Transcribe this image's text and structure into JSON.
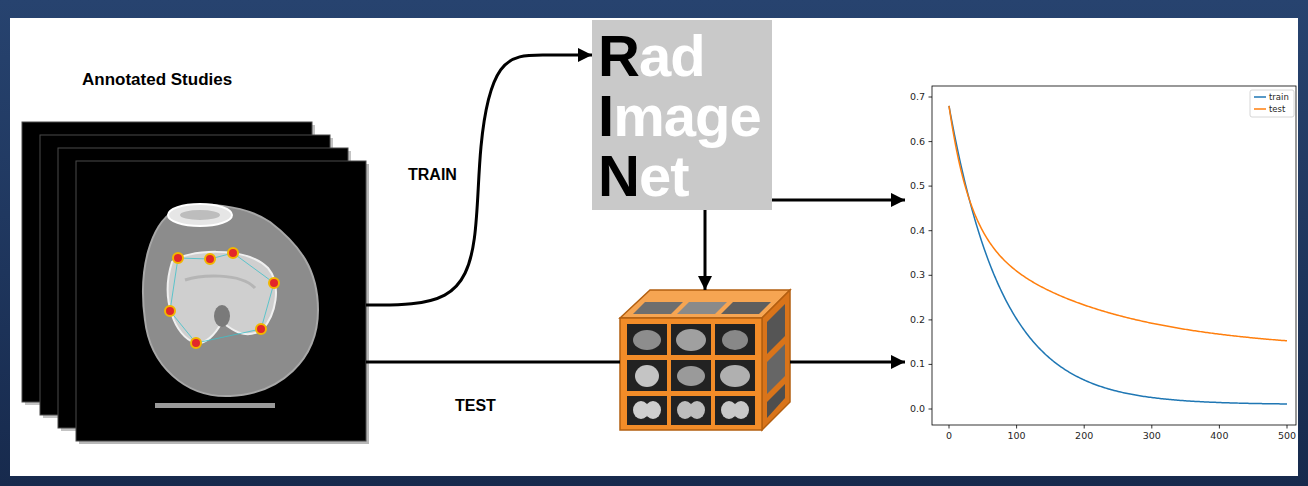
{
  "diagram": {
    "nodes": [
      {
        "text": [
          "Annotated Studies"
        ]
      },
      {
        "text": [
          "Rad",
          "Image",
          "Net"
        ]
      },
      {
        "text": []
      },
      {
        "text": [
          "0.7",
          "0.6",
          "0.5",
          "0.4",
          "0.3",
          "0.2",
          "0.1",
          "0.0",
          "0",
          "100",
          "200",
          "300",
          "400",
          "500"
        ]
      }
    ],
    "edges": [
      {
        "from": 0,
        "to": 1,
        "arrow": "to",
        "label": "TRAIN"
      },
      {
        "from": 1,
        "to": 3,
        "arrow": "to"
      },
      {
        "from": 1,
        "to": 2,
        "arrow": "to"
      },
      {
        "from": 0,
        "to": 2,
        "arrow": "none",
        "label": "TEST"
      },
      {
        "from": 2,
        "to": 3,
        "arrow": "to"
      }
    ],
    "legend": [
      {
        "text": "train"
      },
      {
        "text": "test"
      }
    ]
  }
}
